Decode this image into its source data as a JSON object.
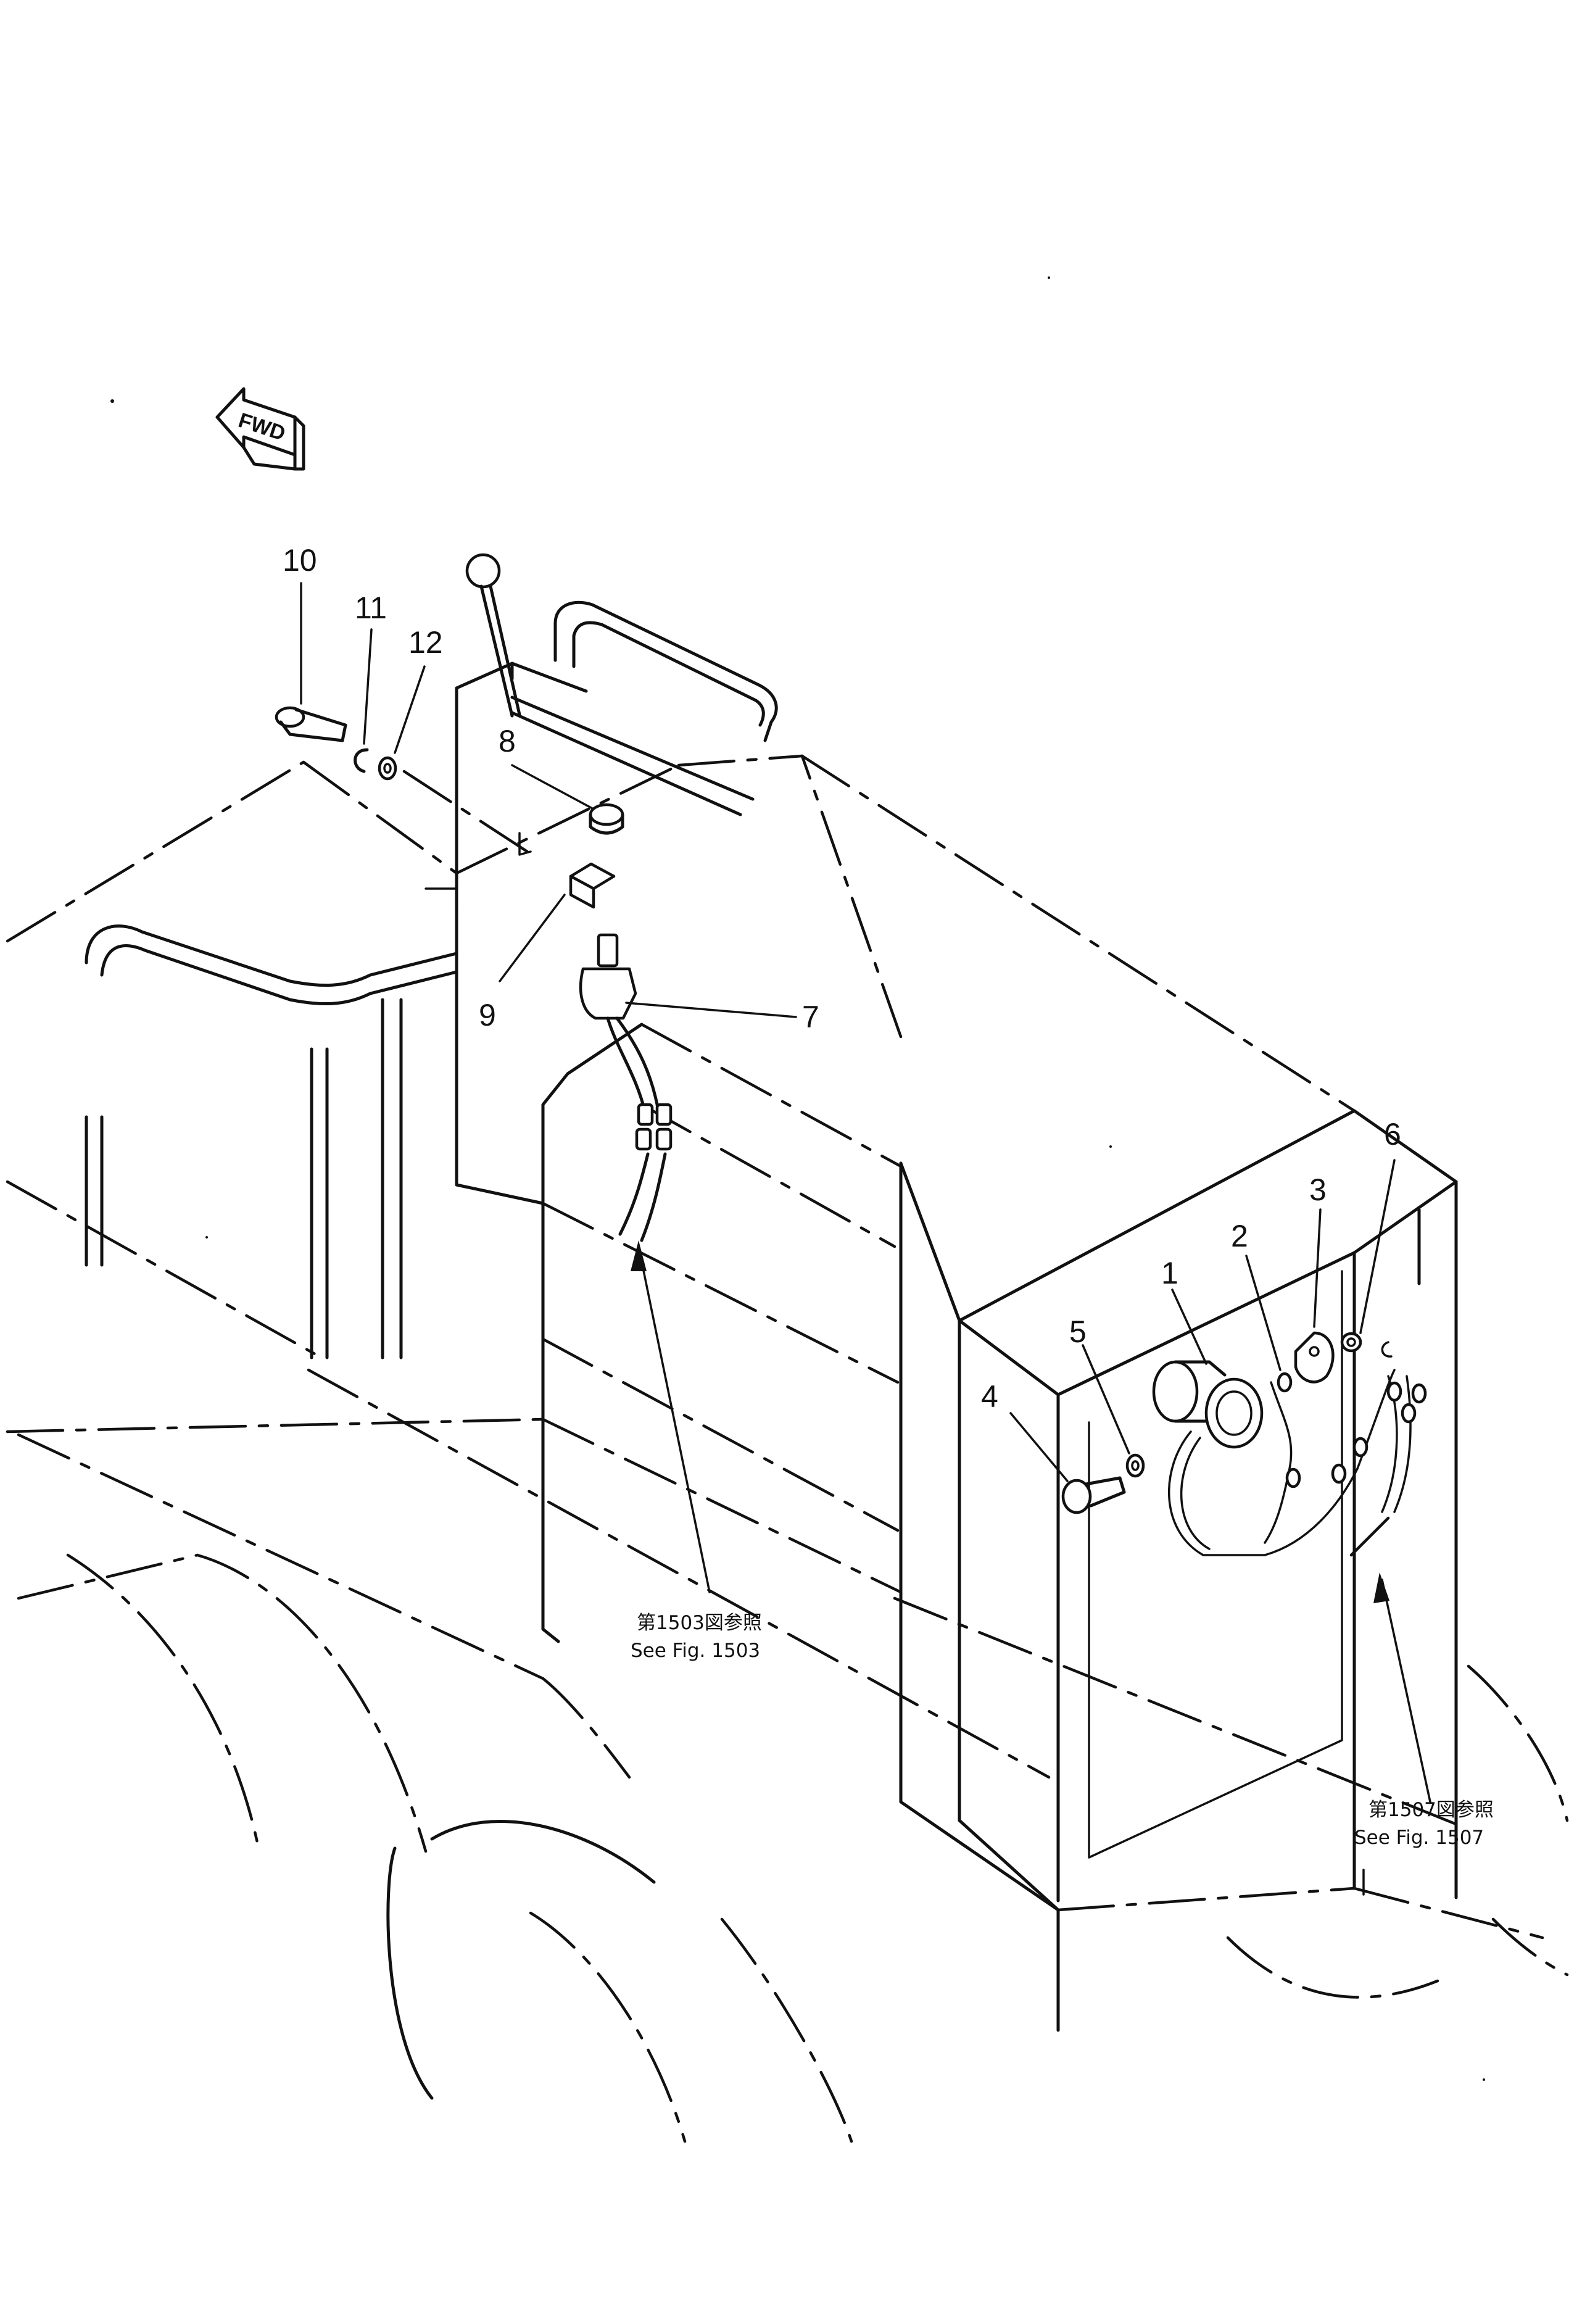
{
  "diagram": {
    "direction_marker": {
      "label": "FWD"
    },
    "callouts": [
      {
        "id": "1",
        "label": "1"
      },
      {
        "id": "2",
        "label": "2"
      },
      {
        "id": "3",
        "label": "3"
      },
      {
        "id": "4",
        "label": "4"
      },
      {
        "id": "5",
        "label": "5"
      },
      {
        "id": "6",
        "label": "6"
      },
      {
        "id": "7",
        "label": "7"
      },
      {
        "id": "8",
        "label": "8"
      },
      {
        "id": "9",
        "label": "9"
      },
      {
        "id": "10",
        "label": "10"
      },
      {
        "id": "11",
        "label": "11"
      },
      {
        "id": "12",
        "label": "12"
      }
    ],
    "references": [
      {
        "jp": "第1503図参照",
        "en": "See Fig. 1503"
      },
      {
        "jp": "第1507図参照",
        "en": "See Fig. 1507"
      }
    ]
  }
}
